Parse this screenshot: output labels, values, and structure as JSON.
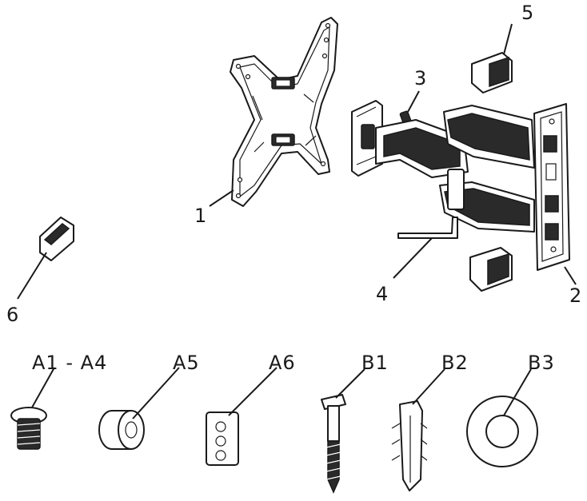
{
  "labels": {
    "part_1": "1",
    "part_2": "2",
    "part_3": "3",
    "part_4": "4",
    "part_5": "5",
    "part_6": "6",
    "hw_a1_a4": "A1 - A4",
    "hw_a5": "A5",
    "hw_a6": "A6",
    "hw_b1": "B1",
    "hw_b2": "B2",
    "hw_b3": "B3"
  },
  "icons": {
    "vesa_plate": "vesa-plate-icon",
    "wall_plate": "wall-plate-icon",
    "arm": "articulating-arm-icon",
    "allen_key": "allen-key-icon",
    "cover_cap": "cover-cap-icon",
    "level": "bubble-level-icon",
    "screw": "screw-icon",
    "spacer": "spacer-icon",
    "washer_plate": "washer-plate-icon",
    "lag_bolt": "lag-bolt-icon",
    "anchor": "wall-anchor-icon",
    "washer": "washer-icon"
  },
  "colors": {
    "ink": "#1a1a1a",
    "fill_dark": "#2a2a2a",
    "background": "#ffffff"
  }
}
